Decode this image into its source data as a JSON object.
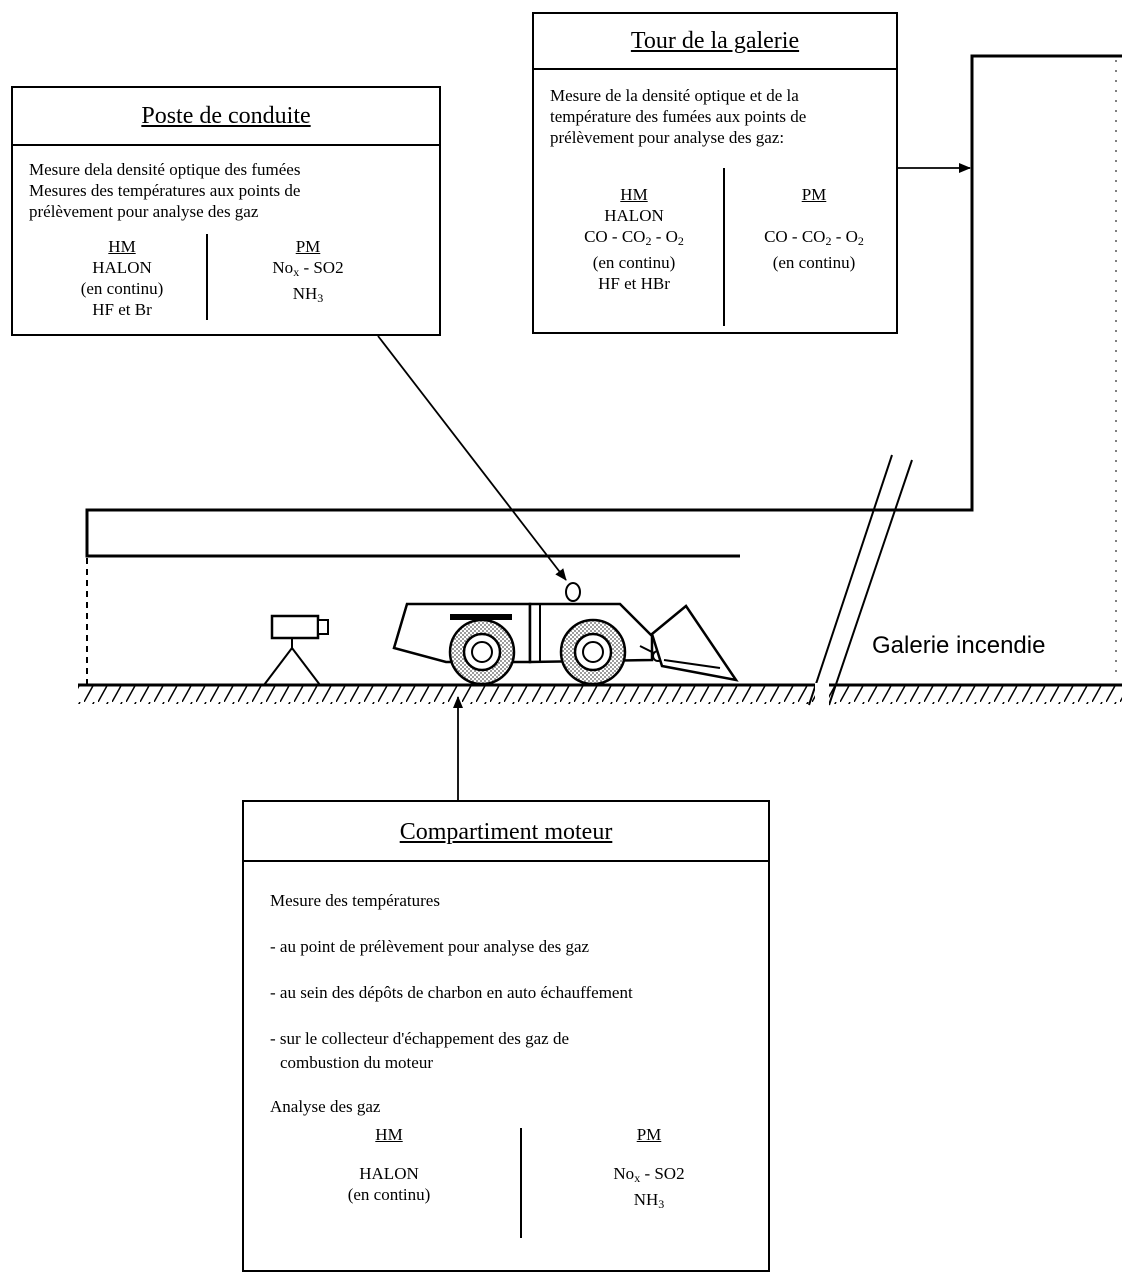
{
  "poste_box": {
    "title": "Poste de conduite",
    "lines": [
      "Mesure dela densité optique des fumées",
      "Mesures des températures aux points de",
      "prélèvement pour analyse des gaz"
    ],
    "hm": {
      "heading": "HM",
      "items": [
        "HALON",
        "(en continu)",
        "HF et Br"
      ]
    },
    "pm": {
      "heading": "PM",
      "line1_pre": "No",
      "line1_sub": "x",
      "line1_post": " - SO2",
      "line2_pre": "NH",
      "line2_sub": "3"
    }
  },
  "tour_box": {
    "title": "Tour de la galerie",
    "lines": [
      "Mesure de la densité optique et de la",
      "température des fumées aux points de",
      "prélèvement pour analyse des gaz:"
    ],
    "hm": {
      "heading": "HM",
      "line1": "HALON",
      "gas_pre": "CO - CO",
      "gas_sub1": "2",
      "gas_mid": " - O",
      "gas_sub2": "2",
      "line3": "(en continu)",
      "line4": "HF et HBr"
    },
    "pm": {
      "heading": "PM",
      "gas_pre": "CO - CO",
      "gas_sub1": "2",
      "gas_mid": " - O",
      "gas_sub2": "2",
      "line2": "(en continu)"
    }
  },
  "galerie_label": "Galerie incendie",
  "moteur_box": {
    "title": "Compartiment moteur",
    "intro": "Mesure des températures",
    "bullets": [
      "- au point de prélèvement pour analyse des gaz",
      "- au sein des dépôts de charbon en auto échauffement",
      "- sur le collecteur d'échappement des gaz de",
      "combustion du moteur"
    ],
    "analyse": "Analyse des gaz",
    "hm": {
      "heading": "HM",
      "items": [
        "HALON",
        "(en continu)"
      ]
    },
    "pm": {
      "heading": "PM",
      "line1_pre": "No",
      "line1_sub": "x",
      "line1_post": " - SO2",
      "line2_pre": "NH",
      "line2_sub": "3"
    }
  }
}
